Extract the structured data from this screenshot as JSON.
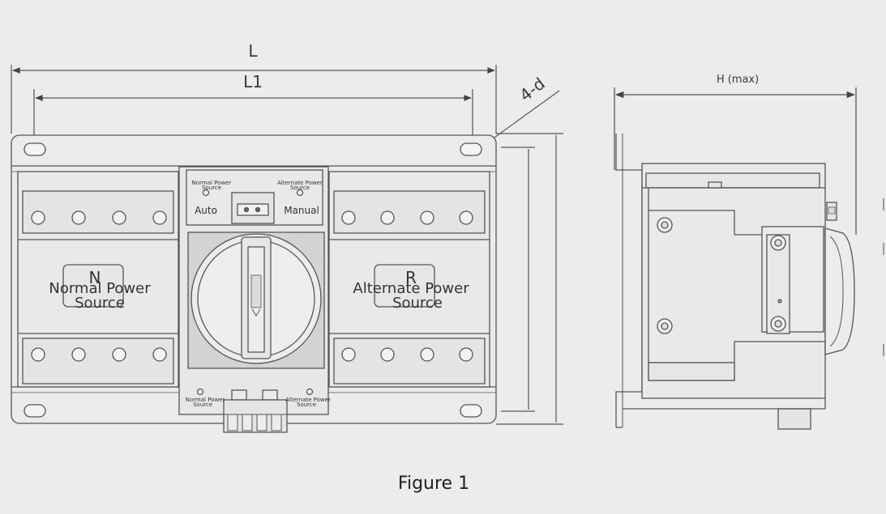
{
  "dimensions": {
    "overall_length": "L",
    "mounting_length": "L1",
    "holes": "4-d",
    "height": "H (max)"
  },
  "control_panel": {
    "indicator_left": [
      "Normal Power",
      "Source"
    ],
    "indicator_right": [
      "Alternate Power",
      "Source"
    ],
    "mode_left": "Auto",
    "mode_right": "Manual"
  },
  "left_pole": {
    "letter": "N",
    "label": [
      "Normal Power",
      "Source"
    ]
  },
  "right_pole": {
    "letter": "R",
    "label": [
      "Alternate Power",
      "Source"
    ]
  },
  "bottom_terminals": {
    "left": [
      "Normal Power",
      "Source"
    ],
    "right": [
      "Alternate Power",
      "Source"
    ]
  },
  "caption": "Figure 1",
  "colors": {
    "background": "#ececec",
    "line": "#555555",
    "device_fill": "#e9e9e9"
  }
}
